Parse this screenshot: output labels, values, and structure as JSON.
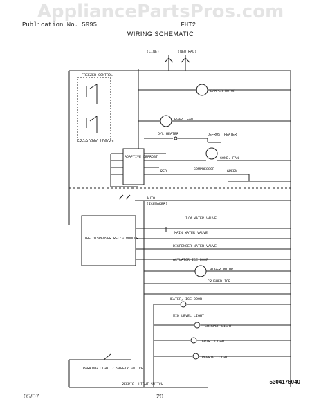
{
  "watermark": "AppliancePartsPros.com",
  "header": {
    "publication": "Publication No. 5995",
    "model": "LFHT2"
  },
  "title": "WIRING SCHEMATIC",
  "labels": {
    "line": "(LINE)",
    "neutral": "(NEUTRAL)",
    "freezer_control": "FREEZER CONTROL",
    "fresh_food_control": "FRESH FOOD CONTROL",
    "adaptive_defrost": "ADAPTIVE DEFROST",
    "damper_motor": "DAMPER MOTOR",
    "evap_fan": "EVAP. FAN",
    "o_l_heater": "O/L HEATER",
    "defrost_heater": "DEFROST HEATER",
    "cond_fan": "COND. FAN",
    "compressor": "COMPRESSOR",
    "red": "RED",
    "green": "GREEN",
    "auto": "AUTO",
    "ice_maker": "(ICEMAKER)",
    "ice_water_valve": "I/M WATER VALVE",
    "main_water_valve": "MAIN WATER VALVE",
    "dispenser_water_valve": "DISPENSER WATER VALVE",
    "actuator_ice_door": "ACTUATOR ICE DOOR",
    "auger_motor": "AUGER MOTOR",
    "ice_motor_rev": "CRUSHED ICE",
    "heater_ice_door": "HEATER, ICE DOOR",
    "mid_level_light": "MID LEVEL LIGHT",
    "crisper_light": "CRISPER LIGHT",
    "frzr_light": "FRZR. LIGHT",
    "refrig_light": "REFRIG. LIGHT",
    "refrig_light_switch": "REFRIG. LIGHT SWITCH",
    "parking_light_switch": "PARKING LIGHT / SAFETY SWITCH",
    "dispenser_module": "THE DISPENSER REL'S MODULE"
  },
  "part_number": "5304176040",
  "footer": {
    "date": "05/07",
    "page": "20"
  }
}
